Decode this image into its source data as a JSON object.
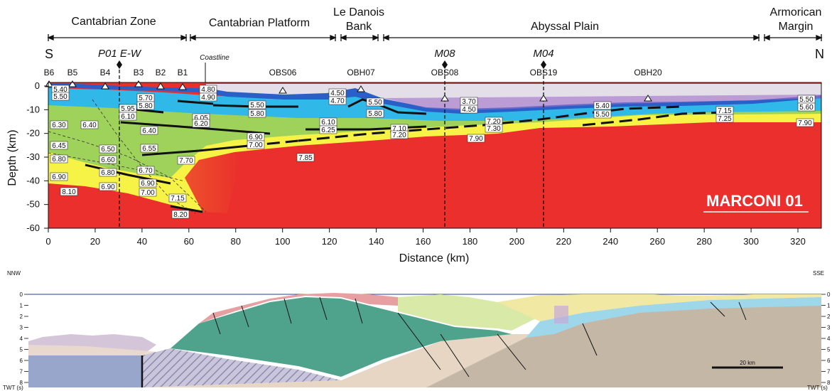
{
  "zones": [
    {
      "id": "cantabrian-zone",
      "label": "Cantabrian Zone"
    },
    {
      "id": "cantabrian-platform",
      "label": "Cantabrian Platform"
    },
    {
      "id": "le-danois-1",
      "label": "Le Danois"
    },
    {
      "id": "le-danois-2",
      "label": "Bank"
    },
    {
      "id": "abyssal-plain",
      "label": "Abyssal Plain"
    },
    {
      "id": "armorican-1",
      "label": "Armorican"
    },
    {
      "id": "armorican-2",
      "label": "Margin"
    }
  ],
  "compass": {
    "south": "S",
    "north": "N"
  },
  "profiles": [
    {
      "id": "p01",
      "label": "P01 E-W"
    },
    {
      "id": "m08",
      "label": "M08"
    },
    {
      "id": "m04",
      "label": "M04"
    }
  ],
  "coastline_label": "Coastline",
  "stations": [
    {
      "id": "b6",
      "label": "B6"
    },
    {
      "id": "b5",
      "label": "B5"
    },
    {
      "id": "b4",
      "label": "B4"
    },
    {
      "id": "b3",
      "label": "B3"
    },
    {
      "id": "b2",
      "label": "B2"
    },
    {
      "id": "b1",
      "label": "B1"
    },
    {
      "id": "obs06",
      "label": "OBS06"
    },
    {
      "id": "obh07",
      "label": "OBH07"
    },
    {
      "id": "obs08",
      "label": "OBS08"
    },
    {
      "id": "obs19",
      "label": "OBS19"
    },
    {
      "id": "obh20",
      "label": "OBH20"
    }
  ],
  "y_ticks": [
    "0",
    "-10",
    "-20",
    "-30",
    "-40",
    "-50",
    "-60"
  ],
  "x_ticks": [
    "0",
    "20",
    "40",
    "60",
    "80",
    "100",
    "120",
    "140",
    "160",
    "180",
    "200",
    "220",
    "240",
    "260",
    "280",
    "300",
    "320"
  ],
  "y_label": "Depth (km)",
  "x_label": "Distance (km)",
  "model_title": "MARCONI 01",
  "velocities": [
    "5.40",
    "5.50",
    "5.70",
    "5.80",
    "4.80",
    "4.90",
    "4.50",
    "4.70",
    "5.50",
    "5.80",
    "3.70",
    "4.50",
    "5.50",
    "5.60",
    "5.95",
    "6.10",
    "6.05",
    "6.20",
    "5.50",
    "5.80",
    "5.40",
    "5.50",
    "7.15",
    "7.25",
    "6.30",
    "6.40",
    "6.40",
    "6.10",
    "6.25",
    "7.20",
    "7.30",
    "7.10",
    "7.20",
    "6.90",
    "7.00",
    "7.90",
    "7.90",
    "6.45",
    "6.50",
    "6.55",
    "7.85",
    "6.80",
    "6.60",
    "6.70",
    "7.70",
    "6.90",
    "6.80",
    "6.90",
    "8.10",
    "6.90",
    "7.00",
    "7.15",
    "8.20"
  ],
  "section": {
    "left_dir": "NNW",
    "right_dir": "SSE",
    "twt_ticks": [
      "0",
      "1",
      "2",
      "3",
      "4",
      "5",
      "6",
      "7",
      "8"
    ],
    "twt_label": "TWT (s)",
    "scale_label": "20 km"
  },
  "colors": {
    "mantle": "#ea2f2c",
    "lower_crust": "#f7f246",
    "middle_crust": "#9fd25a",
    "upper_crust": "#2fb8e8",
    "sediment": "#2b5fc8",
    "water": "#e3dee8"
  }
}
